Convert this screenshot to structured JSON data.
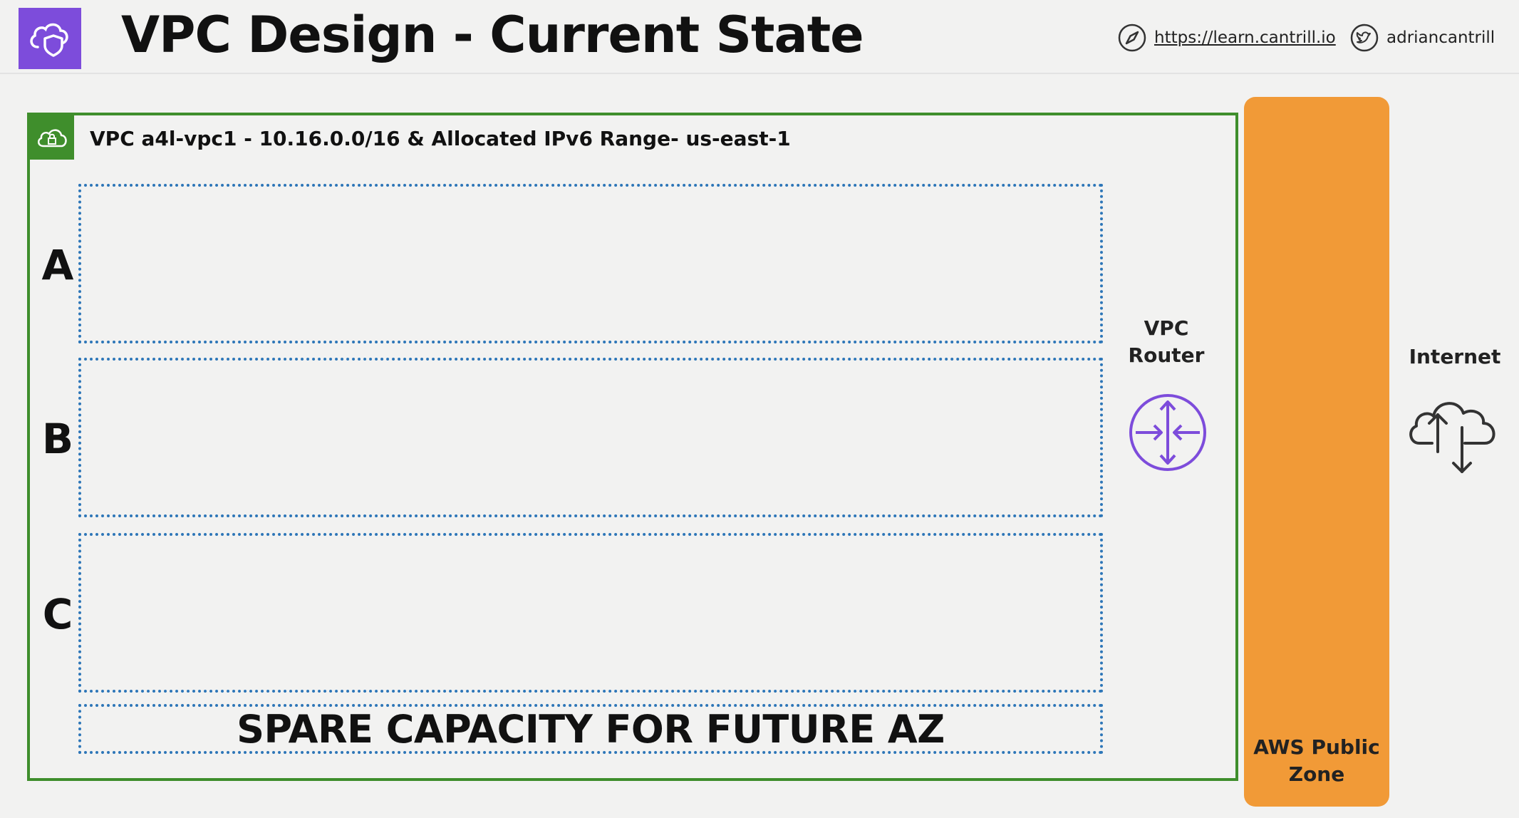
{
  "header": {
    "title": "VPC Design - Current State",
    "website": "https://learn.cantrill.io",
    "twitter": "adriancantrill"
  },
  "vpc": {
    "title": "VPC a4l-vpc1 - 10.16.0.0/16 & Allocated IPv6 Range- us-east-1",
    "zones": [
      "A",
      "B",
      "C"
    ],
    "spare_label": "SPARE CAPACITY FOR FUTURE AZ"
  },
  "router": {
    "label_line1": "VPC",
    "label_line2": "Router"
  },
  "public_zone": {
    "label_line1": "AWS Public",
    "label_line2": "Zone"
  },
  "internet": {
    "label": "Internet"
  },
  "colors": {
    "brand_purple": "#7d4cdb",
    "vpc_green": "#3f8e2c",
    "az_border_blue": "#2d76b8",
    "public_zone_orange": "#f19a37",
    "router_purple": "#7d4cdb"
  }
}
